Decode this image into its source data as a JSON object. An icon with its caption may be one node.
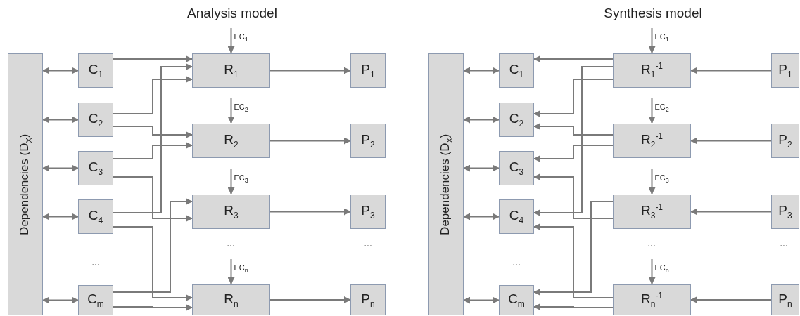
{
  "diagram": {
    "nodes": [
      {
        "text": [
          "Dependencies (D$_{X}$)"
        ]
      },
      {
        "text": [
          "C$_{1}$"
        ]
      },
      {
        "text": [
          "C$_{2}$"
        ]
      },
      {
        "text": [
          "C$_{3}$"
        ]
      },
      {
        "text": [
          "C$_{4}$"
        ]
      },
      {
        "text": [
          "C$_{m}$"
        ]
      },
      {
        "text": [
          "R$_{1}$"
        ]
      },
      {
        "text": [
          "R$_{2}$"
        ]
      },
      {
        "text": [
          "R$_{3}$"
        ]
      },
      {
        "text": [
          "R$_{n}$"
        ]
      },
      {
        "text": [
          "P$_{1}$"
        ]
      },
      {
        "text": [
          "P$_{2}$"
        ]
      },
      {
        "text": [
          "P$_{3}$"
        ]
      },
      {
        "text": [
          "P$_{n}$"
        ]
      },
      {
        "text": [
          "Dependencies (D$_{X}$)"
        ]
      },
      {
        "text": [
          "C$_{1}$"
        ]
      },
      {
        "text": [
          "C$_{2}$"
        ]
      },
      {
        "text": [
          "C$_{3}$"
        ]
      },
      {
        "text": [
          "C$_{4}$"
        ]
      },
      {
        "text": [
          "C$_{m}$"
        ]
      },
      {
        "text": [
          "R$_{1}$$^{-1}$"
        ]
      },
      {
        "text": [
          "R$_{2}$$^{-1}$"
        ]
      },
      {
        "text": [
          "R$_{3}$$^{-1}$"
        ]
      },
      {
        "text": [
          "R$_{n}$$^{-1}$"
        ]
      },
      {
        "text": [
          "P$_{1}$"
        ]
      },
      {
        "text": [
          "P$_{2}$"
        ]
      },
      {
        "text": [
          "P$_{3}$"
        ]
      },
      {
        "text": [
          "P$_{n}$"
        ]
      }
    ],
    "edges": [
      {
        "from": 0,
        "to": 1,
        "arrow": "both"
      },
      {
        "from": 0,
        "to": 2,
        "arrow": "both"
      },
      {
        "from": 0,
        "to": 3,
        "arrow": "both"
      },
      {
        "from": 0,
        "to": 4,
        "arrow": "both"
      },
      {
        "from": 0,
        "to": 5,
        "arrow": "both"
      },
      {
        "from": 1,
        "to": 6,
        "arrow": "to"
      },
      {
        "from": 2,
        "to": 6,
        "arrow": "to"
      },
      {
        "from": 4,
        "to": 6,
        "arrow": "to"
      },
      {
        "from": 2,
        "to": 7,
        "arrow": "to"
      },
      {
        "from": 3,
        "to": 7,
        "arrow": "to"
      },
      {
        "from": 3,
        "to": 8,
        "arrow": "to"
      },
      {
        "from": 5,
        "to": 8,
        "arrow": "to"
      },
      {
        "from": 4,
        "to": 9,
        "arrow": "to"
      },
      {
        "from": 5,
        "to": 9,
        "arrow": "to"
      },
      {
        "from": 6,
        "to": 10,
        "arrow": "to"
      },
      {
        "from": 7,
        "to": 11,
        "arrow": "to"
      },
      {
        "from": 8,
        "to": 12,
        "arrow": "to"
      },
      {
        "from": 9,
        "to": 13,
        "arrow": "to"
      },
      {
        "from": null,
        "to": 6,
        "arrow": "to",
        "label": "EC$_{1}$"
      },
      {
        "from": null,
        "to": 7,
        "arrow": "to",
        "label": "EC$_{2}$"
      },
      {
        "from": null,
        "to": 8,
        "arrow": "to",
        "label": "EC$_{3}$"
      },
      {
        "from": null,
        "to": 9,
        "arrow": "to",
        "label": "EC$_{n}$"
      },
      {
        "from": 14,
        "to": 15,
        "arrow": "both"
      },
      {
        "from": 14,
        "to": 16,
        "arrow": "both"
      },
      {
        "from": 14,
        "to": 17,
        "arrow": "both"
      },
      {
        "from": 14,
        "to": 18,
        "arrow": "both"
      },
      {
        "from": 14,
        "to": 19,
        "arrow": "both"
      },
      {
        "from": 20,
        "to": 15,
        "arrow": "to"
      },
      {
        "from": 20,
        "to": 16,
        "arrow": "to"
      },
      {
        "from": 20,
        "to": 18,
        "arrow": "to"
      },
      {
        "from": 21,
        "to": 16,
        "arrow": "to"
      },
      {
        "from": 21,
        "to": 17,
        "arrow": "to"
      },
      {
        "from": 22,
        "to": 17,
        "arrow": "to"
      },
      {
        "from": 22,
        "to": 19,
        "arrow": "to"
      },
      {
        "from": 23,
        "to": 18,
        "arrow": "to"
      },
      {
        "from": 23,
        "to": 19,
        "arrow": "to"
      },
      {
        "from": 24,
        "to": 20,
        "arrow": "to"
      },
      {
        "from": 25,
        "to": 21,
        "arrow": "to"
      },
      {
        "from": 26,
        "to": 22,
        "arrow": "to"
      },
      {
        "from": 27,
        "to": 23,
        "arrow": "to"
      },
      {
        "from": null,
        "to": 20,
        "arrow": "to",
        "label": "EC$_{1}$"
      },
      {
        "from": null,
        "to": 21,
        "arrow": "to",
        "label": "EC$_{2}$"
      },
      {
        "from": null,
        "to": 22,
        "arrow": "to",
        "label": "EC$_{3}$"
      },
      {
        "from": null,
        "to": 23,
        "arrow": "to",
        "label": "EC$_{n}$"
      }
    ],
    "labels": [
      "Analysis model",
      "...",
      "...",
      "...",
      "Synthesis model",
      "...",
      "...",
      "..."
    ]
  }
}
